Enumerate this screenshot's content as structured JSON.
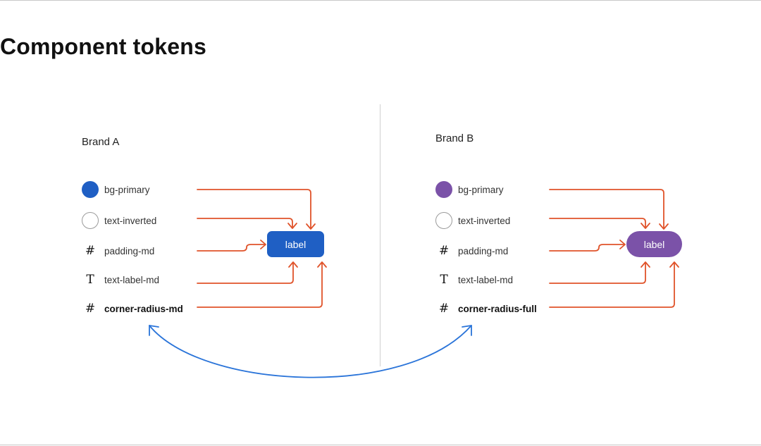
{
  "title": "Component tokens",
  "colors": {
    "arrow": "#e0532a",
    "swap_arrow": "#2a74d9",
    "brand_a_primary": "#1f5fc4",
    "brand_b_primary": "#7b52a8"
  },
  "brand_a": {
    "title": "Brand A",
    "tokens": [
      {
        "icon": "filled-circle-icon",
        "label": "bg-primary"
      },
      {
        "icon": "outline-circle-icon",
        "label": "text-inverted"
      },
      {
        "icon": "hash-icon",
        "label": "padding-md"
      },
      {
        "icon": "type-icon",
        "label": "text-label-md"
      },
      {
        "icon": "hash-icon",
        "label": "corner-radius-md"
      }
    ],
    "button_label": "label"
  },
  "brand_b": {
    "title": "Brand B",
    "tokens": [
      {
        "icon": "filled-circle-icon",
        "label": "bg-primary"
      },
      {
        "icon": "outline-circle-icon",
        "label": "text-inverted"
      },
      {
        "icon": "hash-icon",
        "label": "padding-md"
      },
      {
        "icon": "type-icon",
        "label": "text-label-md"
      },
      {
        "icon": "hash-icon",
        "label": "corner-radius-full"
      }
    ],
    "button_label": "label"
  }
}
